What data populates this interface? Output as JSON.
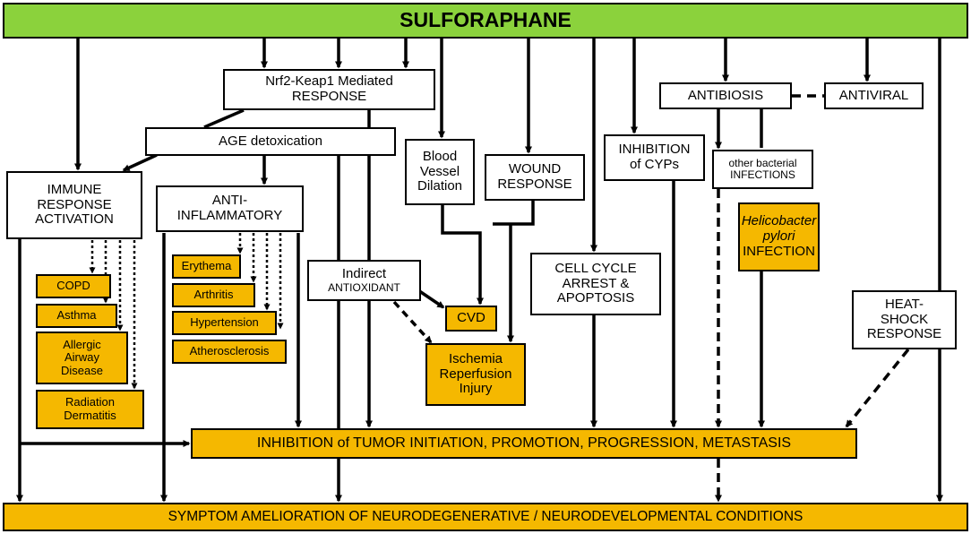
{
  "top": "SULFORAPHANE",
  "bottom": "SYMPTOM AMELIORATION OF NEURODEGENERATIVE / NEURODEVELOPMENTAL CONDITIONS",
  "tumor": "INHIBITION of TUMOR INITIATION, PROMOTION, PROGRESSION, METASTASIS",
  "nrf2": "Nrf2-Keap1 Mediated\nRESPONSE",
  "age": "AGE detoxication",
  "immune": "IMMUNE\nRESPONSE\nACTIVATION",
  "antiinflam": "ANTI-\nINFLAMMATORY",
  "immune_conditions": [
    "COPD",
    "Asthma",
    "Allergic\nAirway\nDisease",
    "Radiation\nDermatitis"
  ],
  "inflam_conditions": [
    "Erythema",
    "Arthritis",
    "Hypertension",
    "Atherosclerosis"
  ],
  "indirect": {
    "line1": "Indirect",
    "line2": "ANTIOXIDANT"
  },
  "cvd": "CVD",
  "ischemia": "Ischemia\nReperfusion\nInjury",
  "blood_vessel": "Blood\nVessel\nDilation",
  "wound": "WOUND\nRESPONSE",
  "cyps": "INHIBITION\nof CYPs",
  "cell_cycle": "CELL CYCLE\nARREST &\nAPOPTOSIS",
  "antibiosis": "ANTIBIOSIS",
  "antiviral": "ANTIVIRAL",
  "other_bacterial": "other bacterial\nINFECTIONS",
  "helicobacter": {
    "italic": "Helicobacter\npylori",
    "normal": "INFECTION"
  },
  "heat_shock": "HEAT-\nSHOCK\nRESPONSE",
  "colors": {
    "green": "#8bd23c",
    "orange": "#f5b800"
  }
}
